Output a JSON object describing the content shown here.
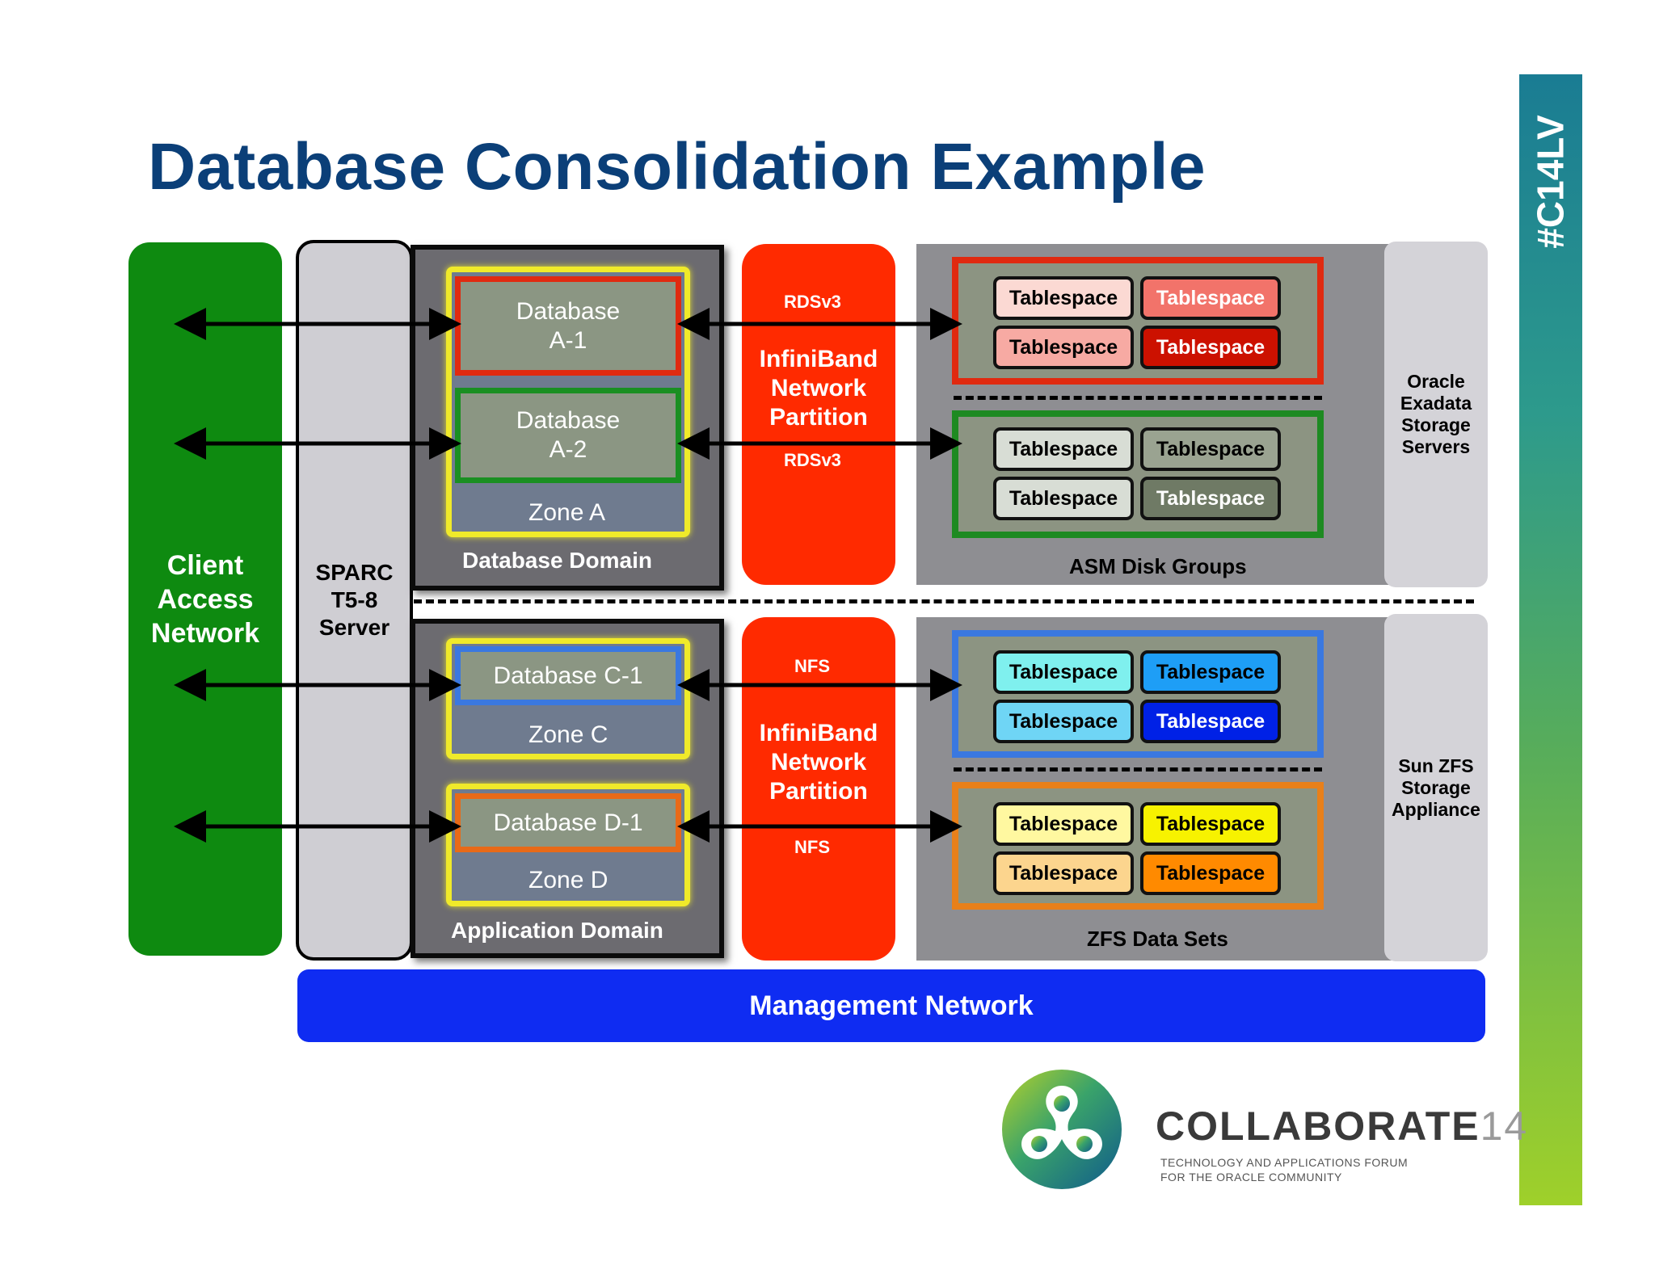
{
  "title": "Database Consolidation Example",
  "side_tag": "#C14LV",
  "client_network": "Client\nAccess\nNetwork",
  "server": "SPARC\nT5-8\nServer",
  "database_domain": {
    "label": "Database Domain",
    "zone_label": "Zone A",
    "db_a1": "Database\nA-1",
    "db_a2": "Database\nA-2"
  },
  "application_domain": {
    "label": "Application Domain",
    "zone_c_label": "Zone C",
    "db_c1": "Database C-1",
    "zone_d_label": "Zone D",
    "db_d1": "Database D-1"
  },
  "ib_top": {
    "proto_top": "RDSv3",
    "label": "InfiniBand\nNetwork\nPartition",
    "proto_bottom": "RDSv3"
  },
  "ib_bottom": {
    "proto_top": "NFS",
    "label": "InfiniBand\nNetwork\nPartition",
    "proto_bottom": "NFS"
  },
  "storage_top": {
    "label": "ASM Disk Groups",
    "side": "Oracle\nExadata\nStorage\nServers"
  },
  "storage_bottom": {
    "label": "ZFS Data Sets",
    "side": "Sun ZFS\nStorage\nAppliance"
  },
  "tablespace_label": "Tablespace",
  "tablespace_colors": {
    "red_group": [
      "#fbd9d3",
      "#f2736a",
      "#f7aaa3",
      "#cc1100"
    ],
    "green_group": [
      "#d8ddd5",
      "#9aa391",
      "#d8ddd5",
      "#6f7a65"
    ],
    "blue_group": [
      "#7ff0ee",
      "#1e9ef6",
      "#6fd5f5",
      "#0021e6"
    ],
    "orange_group": [
      "#fff8a0",
      "#f7f200",
      "#fcd58e",
      "#ff8a00"
    ]
  },
  "management_network": "Management Network",
  "logo": {
    "name": "COLLABORATE",
    "number": "14",
    "tagline": "TECHNOLOGY AND APPLICATIONS FORUM\nFOR THE ORACLE COMMUNITY"
  }
}
